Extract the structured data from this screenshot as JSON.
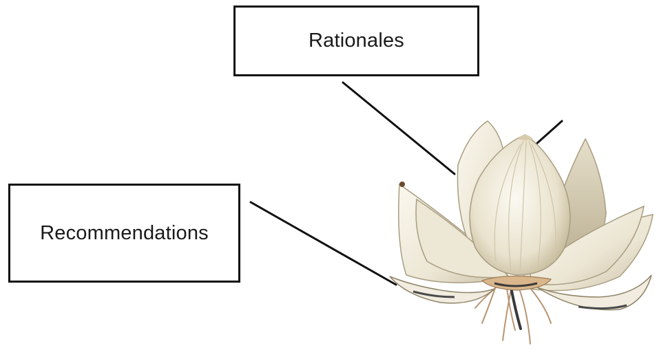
{
  "labels": {
    "rationales": "Rationales",
    "recommendations": "Recommendations"
  },
  "illustration": {
    "subject": "onion-bulb-opened-like-lotus-flower"
  },
  "colors": {
    "background": "#ffffff",
    "box_border": "#111111",
    "text": "#1a1a1a",
    "connector": "#111111",
    "petal_fill": "#efeadb",
    "petal_shade": "#cfc6ad",
    "petal_edge": "#a89d80",
    "root": "#c9a27a"
  }
}
